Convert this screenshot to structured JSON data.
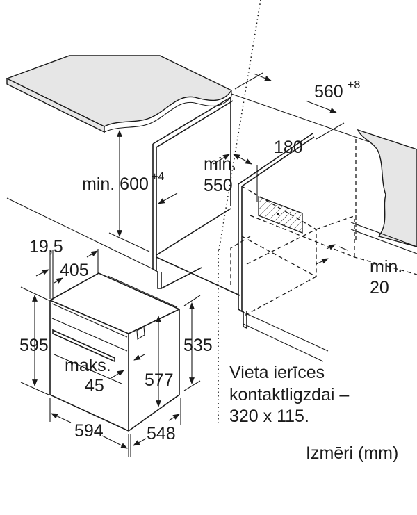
{
  "title": "Izmēri (mm)",
  "dimensions": {
    "niche_width": "560",
    "niche_width_tol": "+8",
    "niche_height": "min. 600",
    "niche_height_tol": "+4",
    "niche_depth_label": "min.",
    "niche_depth": "550",
    "socket_offset": "180",
    "rear_gap_label": "min.",
    "rear_gap": "20",
    "front_panel": "19,5",
    "top_depth": "405",
    "oven_height": "595",
    "side_height": "535",
    "door_label": "maks.",
    "door_protrusion": "45",
    "inner_height": "577",
    "oven_width": "594",
    "oven_depth": "548"
  },
  "socket_note": [
    "Vieta ierīces",
    "kontaktligzdai –",
    "320 x 115."
  ]
}
